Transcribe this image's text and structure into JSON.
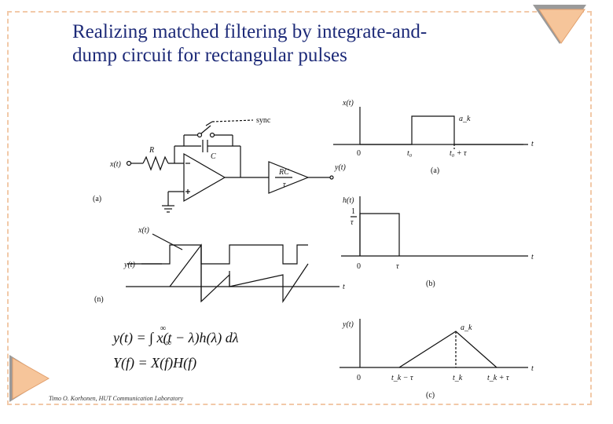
{
  "slide": {
    "title_line1": "Realizing matched filtering by integrate-and-",
    "title_line2": "dump circuit for rectangular pulses",
    "footer": "Timo O. Korhonen, HUT Communication Laboratory",
    "accent_color": "#1d2a78",
    "border_color": "#f2c9a8"
  },
  "circuit": {
    "input_label": "x(t)",
    "resistor_label": "R",
    "capacitor_label": "C",
    "switch_label": "sync",
    "rc_label_top": "RC",
    "rc_label_bottom": "τ",
    "output_label": "y(t)",
    "panel_label": "(a)"
  },
  "waveforms": {
    "x_label": "x(t)",
    "y_label": "y(t)",
    "t_label": "t",
    "panel_label": "(n)"
  },
  "equations": {
    "eq1": "y(t) = ∫ x(t − λ)h(λ) dλ",
    "eq1_lower_limit": "−∞",
    "eq1_upper_limit": "∞",
    "eq2": "Y(f) = X(f)H(f)"
  },
  "plot_a": {
    "ylabel": "x(t)",
    "xlabel": "t",
    "peak_label": "a_k",
    "tick_0": "0",
    "tick_t0": "t₀",
    "tick_t0_tau": "t₀ + τ",
    "panel_label": "(a)"
  },
  "plot_b": {
    "ylabel": "h(t)",
    "xlabel": "t",
    "level_num": "1",
    "level_den": "τ",
    "tick_0": "0",
    "tick_tau": "τ",
    "panel_label": "(b)"
  },
  "plot_c": {
    "ylabel": "y(t)",
    "xlabel": "t",
    "peak_label": "a_k",
    "tick_0": "0",
    "tick_tk_minus": "t_k − τ",
    "tick_tk": "t_k",
    "tick_tk_plus": "t_k + τ",
    "panel_label": "(c)"
  }
}
